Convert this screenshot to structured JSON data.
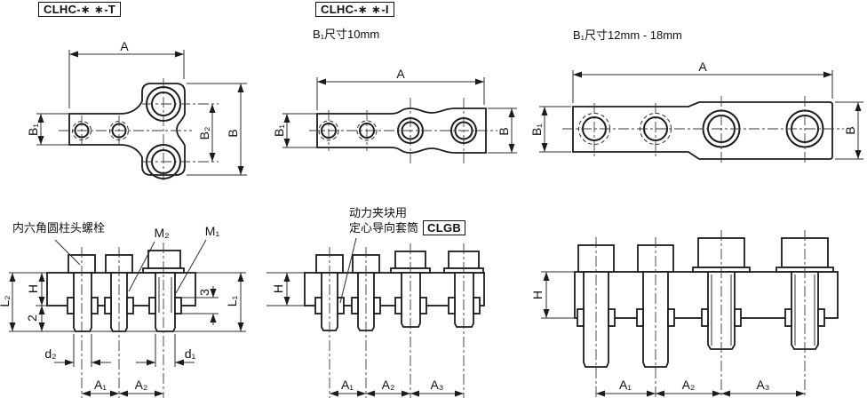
{
  "headers": {
    "left_part": "CLHC-∗ ∗-T",
    "middle_part": "CLHC-∗ ∗-I"
  },
  "notes": {
    "middle_size": "B₁尺寸10mm",
    "right_size": "B₁尺寸12mm - 18mm"
  },
  "callouts": {
    "socket_bolt": "内六角圆柱头螺栓",
    "sleeve_line1": "动力夹块用",
    "sleeve_line2": "定心导向套筒",
    "sleeve_part": "CLGB"
  },
  "dim_labels": {
    "A": "A",
    "B": "B",
    "B1": "B₁",
    "B2": "B₂",
    "H": "H",
    "L1": "L₁",
    "L2": "L₂",
    "d1": "d₁",
    "d2": "d₂",
    "A1": "A₁",
    "A2": "A₂",
    "A3": "A₃",
    "M1": "M₁",
    "M2": "M₂",
    "two": "2",
    "three": "3"
  }
}
